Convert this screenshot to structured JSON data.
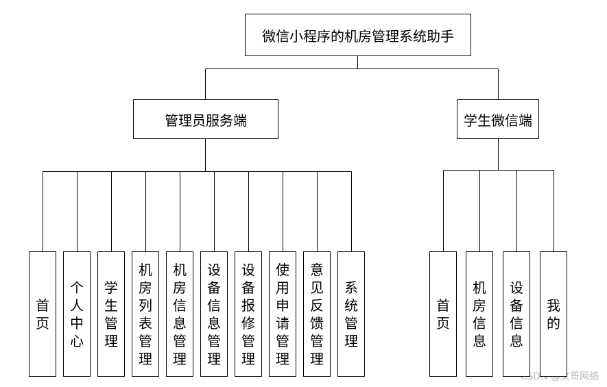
{
  "root": {
    "label": "微信小程序的机房管理系统助手"
  },
  "branches": [
    {
      "label": "管理员服务端",
      "leaves": [
        "首页",
        "个人中心",
        "学生管理",
        "机房列表管理",
        "机房信息管理",
        "设备信息管理",
        "设备报修管理",
        "使用申请管理",
        "意见反馈管理",
        "系统管理"
      ]
    },
    {
      "label": "学生微信端",
      "leaves": [
        "首页",
        "机房信息",
        "设备信息",
        "我的"
      ]
    }
  ],
  "watermark": "CSDN @文哥网络"
}
